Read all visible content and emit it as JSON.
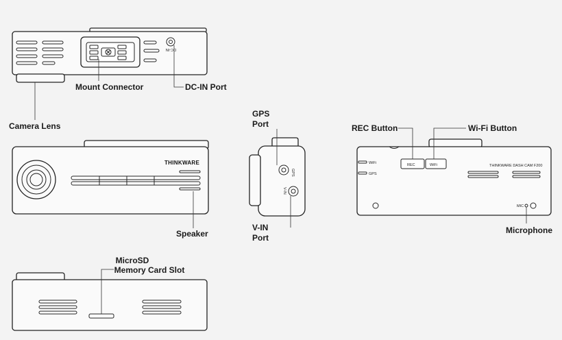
{
  "labels": {
    "mount_connector": "Mount Connector",
    "dc_in_port": "DC-IN Port",
    "camera_lens": "Camera Lens",
    "gps_port_line1": "GPS",
    "gps_port_line2": "Port",
    "rec_button": "REC Button",
    "wifi_button": "Wi-Fi Button",
    "speaker": "Speaker",
    "v_in_port_line1": "V-IN",
    "v_in_port_line2": "Port",
    "microphone": "Microphone",
    "microsd_line1": "MicroSD",
    "microsd_line2": "Memory Card Slot"
  },
  "device_text": {
    "brand": "THINKWARE",
    "model": "THINKWARE DASH CAM F200",
    "rec_key": "REC",
    "wifi_key": "WiFi",
    "dc_in_mark": "DC-IN",
    "gps_mark": "GPS",
    "v_in_mark": "V-IN",
    "wifi_status": "WiFi",
    "gps_status": "GPS",
    "mic_mark": "MIC"
  }
}
